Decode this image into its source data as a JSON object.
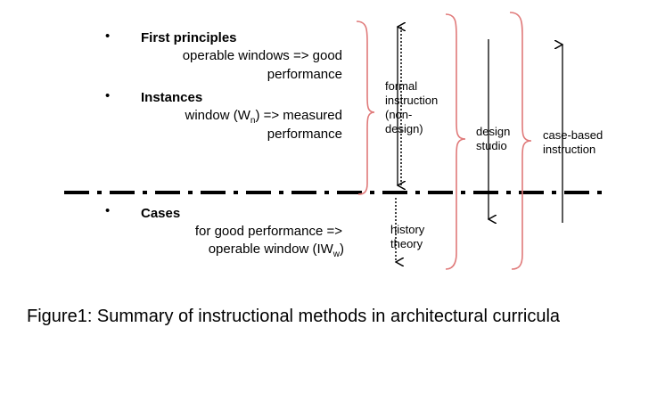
{
  "upper": {
    "first_principles": {
      "heading": "First principles",
      "line1": "operable windows => good",
      "line2": "performance"
    },
    "instances": {
      "heading": "Instances",
      "line1_pre": "window (W",
      "line1_sub": "n",
      "line1_post": ") => measured",
      "line2": "performance"
    }
  },
  "lower": {
    "cases": {
      "heading": "Cases",
      "line1": "for good performance    =>",
      "line2_pre": "operable window (IW",
      "line2_sub": "w",
      "line2_post": ")"
    }
  },
  "labels": {
    "formal": [
      "formal",
      "instruction",
      "(non-",
      "design)"
    ],
    "history": [
      "history",
      "theory"
    ],
    "studio": [
      "design",
      "studio"
    ],
    "case_based": [
      "case-based",
      "instruction"
    ]
  },
  "bullet_char": "•",
  "colors": {
    "brace": "#e07a7a",
    "line": "#000000"
  },
  "caption": "Figure1: Summary of instructional methods in architectural curricula"
}
